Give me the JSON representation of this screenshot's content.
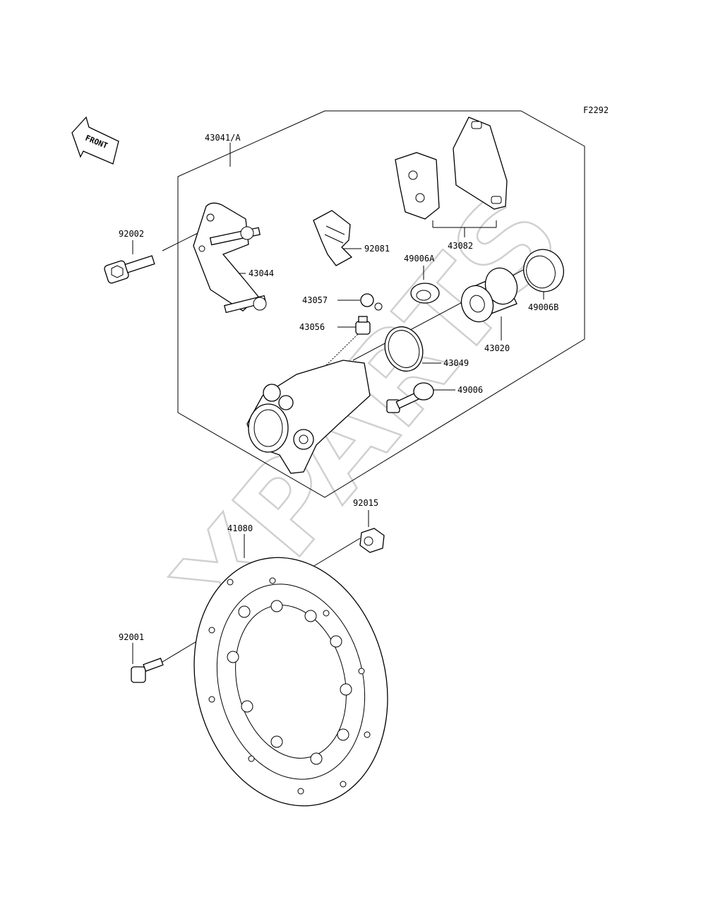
{
  "figure_code": "F2292",
  "front_badge": "FRONT",
  "watermark": "XPARTS",
  "parts": [
    {
      "id": "p-43041",
      "number": "43041/A"
    },
    {
      "id": "p-92002",
      "number": "92002"
    },
    {
      "id": "p-43044",
      "number": "43044"
    },
    {
      "id": "p-92081",
      "number": "92081"
    },
    {
      "id": "p-43082",
      "number": "43082"
    },
    {
      "id": "p-49006A",
      "number": "49006A"
    },
    {
      "id": "p-43057",
      "number": "43057"
    },
    {
      "id": "p-43056",
      "number": "43056"
    },
    {
      "id": "p-43020",
      "number": "43020"
    },
    {
      "id": "p-49006B",
      "number": "49006B"
    },
    {
      "id": "p-43049",
      "number": "43049"
    },
    {
      "id": "p-49006",
      "number": "49006"
    },
    {
      "id": "p-92015",
      "number": "92015"
    },
    {
      "id": "p-41080",
      "number": "41080"
    },
    {
      "id": "p-92001",
      "number": "92001"
    }
  ]
}
